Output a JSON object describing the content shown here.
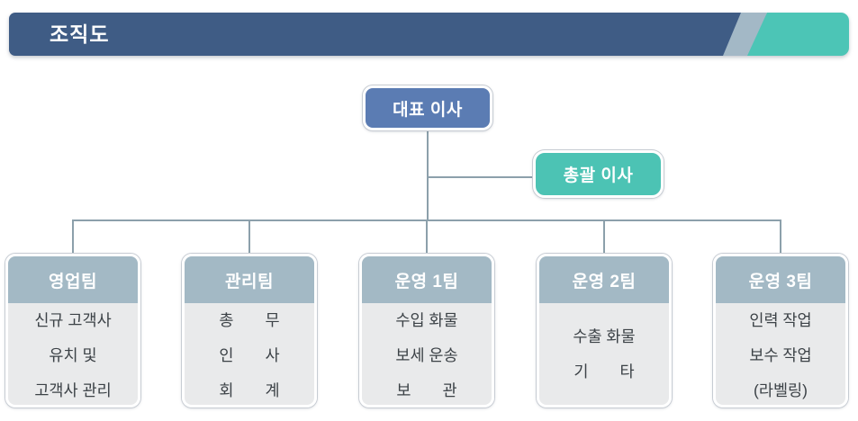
{
  "header": {
    "title": "조직도"
  },
  "colors": {
    "title_bar": "#3f5c85",
    "title_bar_stripe": "#a3b8c6",
    "accent_teal": "#4cc5b6",
    "ceo_node": "#5b7cb3",
    "exec_node": "#4cc3b4",
    "team_header": "#a3b9c5",
    "team_body": "#e9eaeb",
    "connector": "#8ca0ab"
  },
  "chart": {
    "root": {
      "label": "대표 이사"
    },
    "staff": {
      "label": "총괄 이사"
    },
    "teams": [
      {
        "name": "영업팀",
        "items": [
          "신규 고객사",
          "유치 및",
          "고객사 관리"
        ]
      },
      {
        "name": "관리팀",
        "items": [
          "총　　무",
          "인　　사",
          "회　　계"
        ]
      },
      {
        "name": "운영 1팀",
        "items": [
          "수입 화물",
          "보세 운송",
          "보　　관"
        ]
      },
      {
        "name": "운영 2팀",
        "items": [
          "수출 화물",
          "기　　타"
        ]
      },
      {
        "name": "운영 3팀",
        "items": [
          "인력 작업",
          "보수 작업",
          "(라벨링)"
        ]
      }
    ]
  }
}
